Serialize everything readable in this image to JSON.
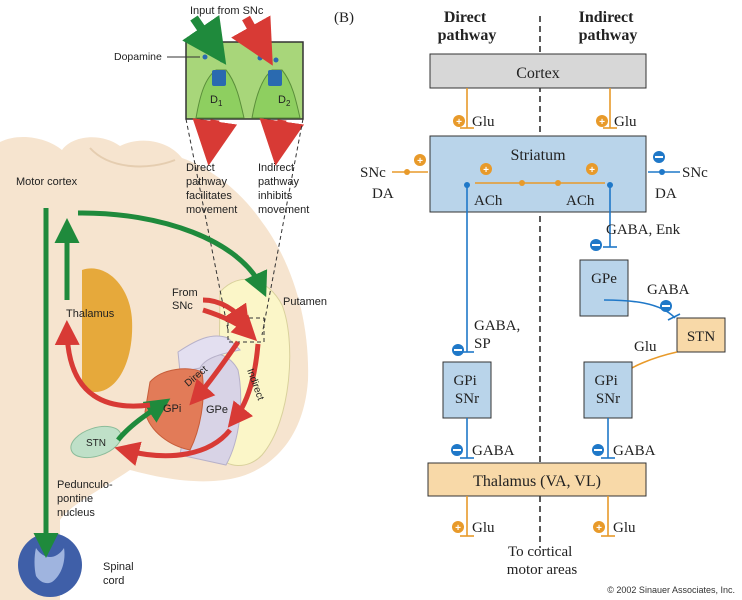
{
  "panel_a": {
    "input_label": "Input from SNc",
    "dopamine_label": "Dopamine",
    "d1_label": "D",
    "d1_sub": "1",
    "d2_label": "D",
    "d2_sub": "2",
    "direct_caption": [
      "Direct",
      "pathway",
      "facilitates",
      "movement"
    ],
    "indirect_caption": [
      "Indirect",
      "pathway",
      "inhibits",
      "movement"
    ],
    "motor_cortex": "Motor cortex",
    "thalamus": "Thalamus",
    "from_snc": [
      "From",
      "SNc"
    ],
    "putamen": "Putamen",
    "direct": "Direct",
    "indirect": "Indirect",
    "gpi": "GPi",
    "gpe": "GPe",
    "stn": "STN",
    "ppn": [
      "Pedunculo-",
      "pontine",
      "nucleus"
    ],
    "spinal": [
      "Spinal",
      "cord"
    ]
  },
  "panel_b": {
    "panel_label": "(B)",
    "direct_header": [
      "Direct",
      "pathway"
    ],
    "indirect_header": [
      "Indirect",
      "pathway"
    ],
    "cortex": "Cortex",
    "striatum": "Striatum",
    "glu": "Glu",
    "snc": "SNc",
    "da": "DA",
    "ach": "ACh",
    "gaba_enk": "GABA, Enk",
    "gpe": "GPe",
    "gaba": "GABA",
    "stn": "STN",
    "gaba_sp": [
      "GABA,",
      "SP"
    ],
    "gpi_snr": [
      "GPi",
      "SNr"
    ],
    "thalamus_box": "Thalamus (VA, VL)",
    "to_cortical": [
      "To cortical",
      "motor areas"
    ],
    "copyright": "© 2002 Sinauer Associates, Inc."
  },
  "colors": {
    "green_arrow": "#1f8a3c",
    "red_arrow": "#d83a35",
    "excitatory": "#e89a2a",
    "inhibitory": "#1f78c8",
    "box_blue": "#b9d4ea",
    "box_orange": "#f8d9a8",
    "box_gray": "#d7d7d7"
  }
}
